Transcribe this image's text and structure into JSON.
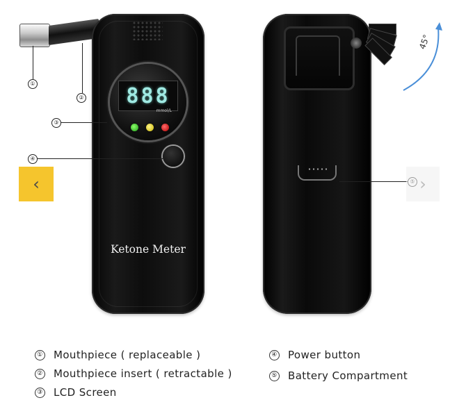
{
  "device": {
    "label": "Ketone Meter",
    "lcd_digits": "888",
    "lcd_unit": "mmol/L"
  },
  "angle": "45°",
  "callouts": [
    "①",
    "②",
    "③",
    "④",
    "⑤"
  ],
  "legend": [
    {
      "num": "①",
      "text": "Mouthpiece ( replaceable )"
    },
    {
      "num": "②",
      "text": "Mouthpiece  insert ( retractable )"
    },
    {
      "num": "③",
      "text": "LCD  Screen"
    },
    {
      "num": "④",
      "text": "Power  button"
    },
    {
      "num": "⑤",
      "text": "Battery  Compartment"
    }
  ],
  "nav": {
    "prev": "‹",
    "next": "›"
  },
  "colors": {
    "nav_accent": "#f5c52d",
    "lcd_digits": "#9fe9e2"
  },
  "icons": {
    "prev": "chevron-left-icon",
    "next": "chevron-right-icon"
  }
}
